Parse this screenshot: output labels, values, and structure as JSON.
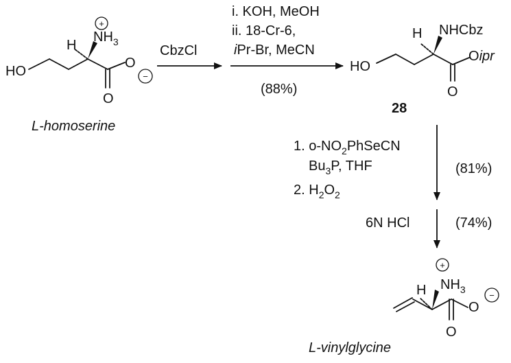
{
  "compounds": {
    "homoserine": {
      "name": "L-homoserine",
      "ho": "HO",
      "h": "H",
      "nh": "NH",
      "nh_sub": "3",
      "o_single": "O",
      "o_double": "O",
      "plus": "+",
      "minus": "−"
    },
    "c28": {
      "number": "28",
      "ho": "HO",
      "h": "H",
      "nh": "NHCbz",
      "o_single": "O",
      "ipr_i": "i",
      "ipr_pr": "pr",
      "o_double": "O"
    },
    "vinylglycine": {
      "name": "L-vinylglycine",
      "h": "H",
      "nh": "NH",
      "nh_sub": "3",
      "o_single": "O",
      "o_double": "O",
      "plus": "+",
      "minus": "−"
    }
  },
  "steps": {
    "step1": {
      "reagent": "CbzCl"
    },
    "step2": {
      "line1": "i. KOH, MeOH",
      "line2": "ii. 18-Cr-6,",
      "line3_i": "i",
      "line3_rest": "Pr-Br, MeCN",
      "yield": "(88%)"
    },
    "step3": {
      "l1_pre": "1. o-NO",
      "l1_sub": "2",
      "l1_post": "PhSeCN",
      "l2_pre": "Bu",
      "l2_sub": "3",
      "l2_post": "P, THF",
      "l3_pre": "2. H",
      "l3_sub1": "2",
      "l3_mid": "O",
      "l3_sub2": "2",
      "yield": "(81%)"
    },
    "step4": {
      "reagent": "6N HCl",
      "yield": "(74%)"
    }
  }
}
